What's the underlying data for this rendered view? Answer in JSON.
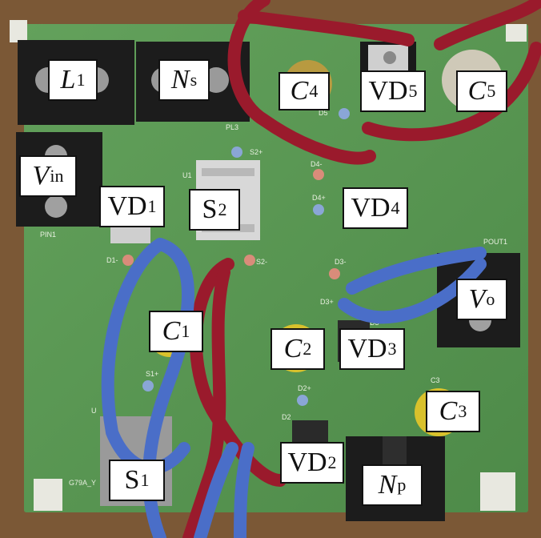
{
  "labels": {
    "L1": {
      "main": "L",
      "sub": "1",
      "italic": true
    },
    "Ns": {
      "main": "N",
      "sub": "s",
      "italic": true
    },
    "C4": {
      "main": "C",
      "sub": "4",
      "italic": true
    },
    "VD5": {
      "main": "VD",
      "sub": "5",
      "italic": false
    },
    "C5": {
      "main": "C",
      "sub": "5",
      "italic": true
    },
    "Vin": {
      "main": "V",
      "sub": "in",
      "italic": true
    },
    "VD1": {
      "main": "VD",
      "sub": "1",
      "italic": false
    },
    "S2": {
      "main": "S",
      "sub": "2",
      "italic": false
    },
    "VD4": {
      "main": "VD",
      "sub": "4",
      "italic": false
    },
    "Vo": {
      "main": "V",
      "sub": "o",
      "italic": true
    },
    "C1": {
      "main": "C",
      "sub": "1",
      "italic": true
    },
    "C2": {
      "main": "C",
      "sub": "2",
      "italic": true
    },
    "VD3": {
      "main": "VD",
      "sub": "3",
      "italic": false
    },
    "C3": {
      "main": "C",
      "sub": "3",
      "italic": true
    },
    "VD2": {
      "main": "VD",
      "sub": "2",
      "italic": false
    },
    "S1": {
      "main": "S",
      "sub": "1",
      "italic": false
    },
    "Np": {
      "main": "N",
      "sub": "p",
      "italic": true
    }
  },
  "silkscreen": {
    "s2p": "S2+",
    "u1": "U1",
    "pin1": "PIN1",
    "d1m": "D1-",
    "s2m": "S2-",
    "d4m": "D4-",
    "d4p": "D4+",
    "d3m": "D3-",
    "d3p": "D3+",
    "d3": "D3",
    "pout1": "POUT1",
    "s1p": "S1+",
    "d2p": "D2+",
    "d2": "D2",
    "pl3": "PL3",
    "c3": "C3",
    "d5": "D5",
    "u": "U",
    "g79a": "G79A_Y"
  },
  "colors": {
    "pcb": "#5c9a55",
    "wire_red": "#9a1a2c",
    "wire_blue": "#4a6ec8",
    "terminal": "#1c1c1c"
  }
}
